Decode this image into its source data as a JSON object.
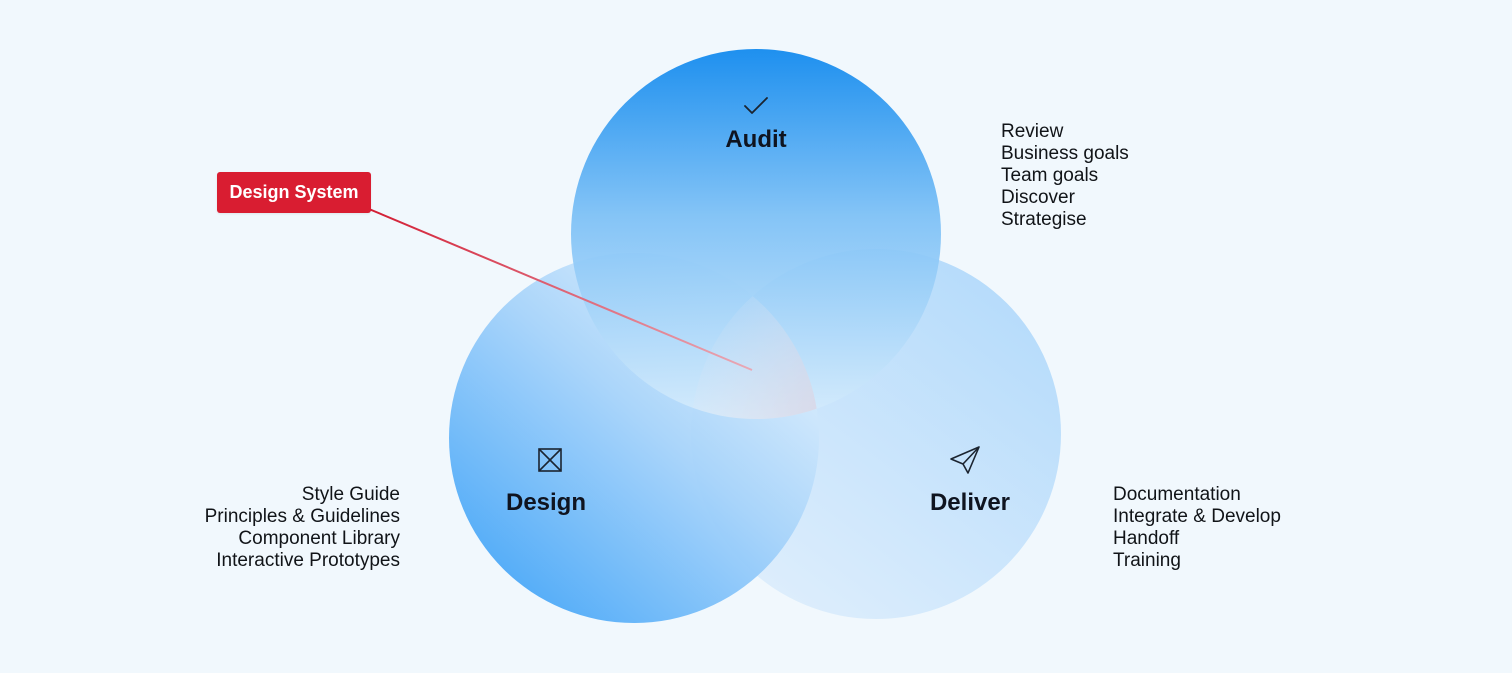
{
  "callout": {
    "label": "Design System",
    "color": "#d91d31"
  },
  "circles": {
    "audit": {
      "title": "Audit",
      "icon": "checkmark-icon",
      "items": [
        "Review",
        "Business goals",
        "Team goals",
        "Discover",
        "Strategise"
      ]
    },
    "design": {
      "title": "Design",
      "icon": "image-placeholder-icon",
      "items": [
        "Style Guide",
        "Principles & Guidelines",
        "Component Library",
        "Interactive Prototypes"
      ]
    },
    "deliver": {
      "title": "Deliver",
      "icon": "paper-plane-icon",
      "items": [
        "Documentation",
        "Integrate & Develop",
        "Handoff",
        "Training"
      ]
    }
  },
  "colors": {
    "background": "#f1f8fd",
    "circle_strong": "#118af0",
    "circle_light": "#cfe8fb",
    "text": "#111418"
  }
}
